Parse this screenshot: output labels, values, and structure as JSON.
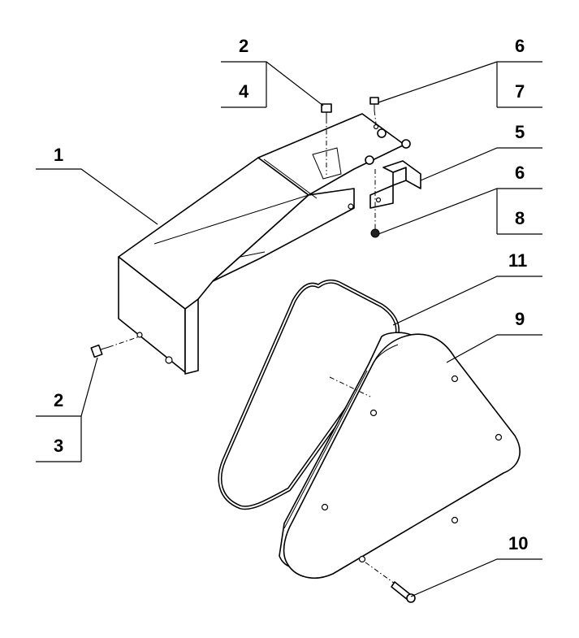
{
  "callouts": [
    {
      "id": "c1",
      "text": "1"
    },
    {
      "id": "c2a",
      "text": "2"
    },
    {
      "id": "c4",
      "text": "4"
    },
    {
      "id": "c6a",
      "text": "6"
    },
    {
      "id": "c7",
      "text": "7"
    },
    {
      "id": "c5",
      "text": "5"
    },
    {
      "id": "c6b",
      "text": "6"
    },
    {
      "id": "c8",
      "text": "8"
    },
    {
      "id": "c11",
      "text": "11"
    },
    {
      "id": "c9",
      "text": "9"
    },
    {
      "id": "c2b",
      "text": "2"
    },
    {
      "id": "c3",
      "text": "3"
    },
    {
      "id": "c10",
      "text": "10"
    }
  ]
}
